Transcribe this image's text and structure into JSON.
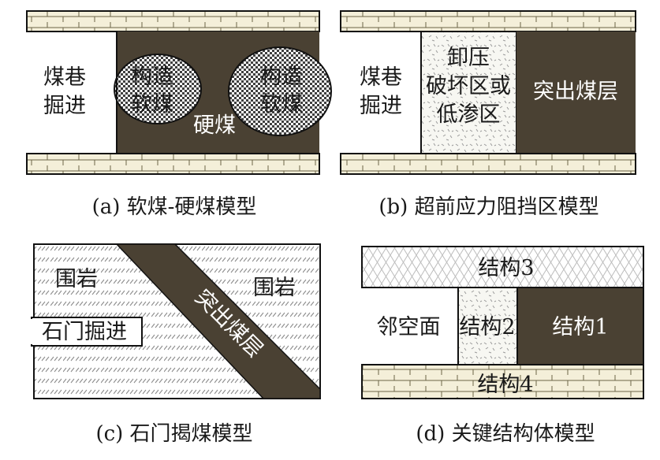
{
  "colors": {
    "coal": "#4a4133",
    "brick_fill": "#f4efd9",
    "brick_line": "#6b6447",
    "rock_hatch": "#8c8c8c",
    "line": "#111111"
  },
  "panel_a": {
    "caption": "(a) 软煤-硬煤模型",
    "roadway_line1": "煤巷",
    "roadway_line2": "掘进",
    "soft1_line1": "构造",
    "soft1_line2": "软煤",
    "soft2_line1": "构造",
    "soft2_line2": "软煤",
    "hard": "硬煤"
  },
  "panel_b": {
    "caption": "(b) 超前应力阻挡区模型",
    "roadway_line1": "煤巷",
    "roadway_line2": "掘进",
    "zone_line1": "卸压",
    "zone_line2": "破坏区或",
    "zone_line3": "低渗区",
    "outburst": "突出煤层"
  },
  "panel_c": {
    "caption": "(c) 石门揭煤模型",
    "rock_left": "围岩",
    "rock_right": "围岩",
    "tunnel": "石门掘进",
    "seam": "突出煤层"
  },
  "panel_d": {
    "caption": "(d) 关键结构体模型",
    "s3": "结构3",
    "face": "邻空面",
    "s2": "结构2",
    "s1": "结构1",
    "s4": "结构4"
  }
}
